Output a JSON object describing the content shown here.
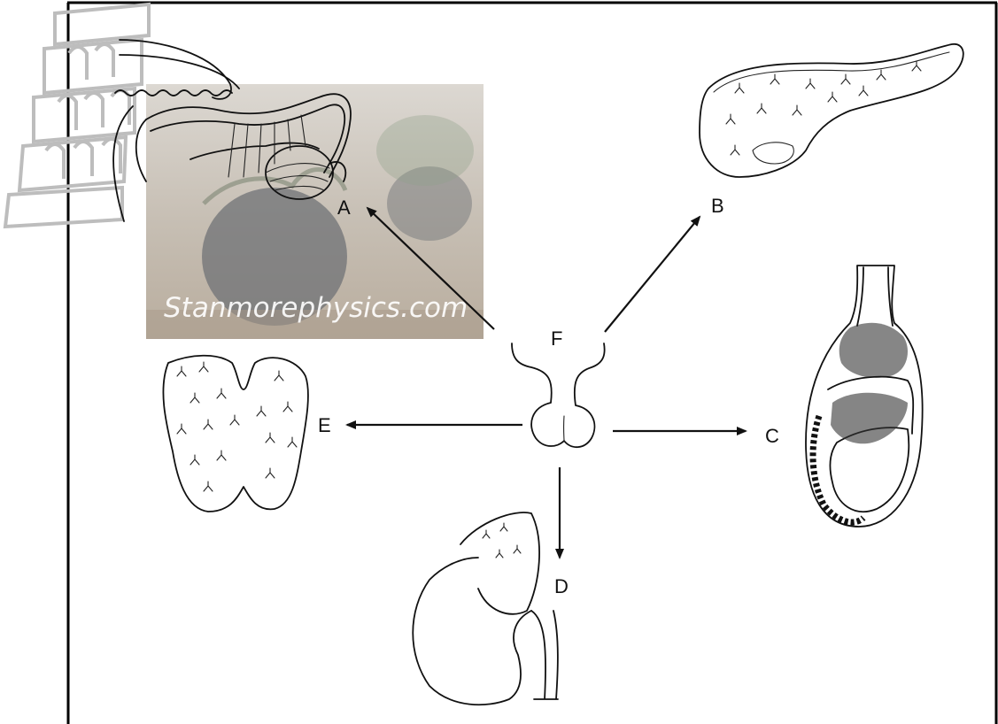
{
  "watermark": {
    "text": "Stanmorephysics.com"
  },
  "labels": {
    "a": "A",
    "b": "B",
    "c": "C",
    "d": "D",
    "e": "E",
    "f": "F"
  },
  "colors": {
    "frame": "#000000",
    "ink": "#111111",
    "photo_bg": "#c9c2b9",
    "pot": "#6f7275"
  }
}
